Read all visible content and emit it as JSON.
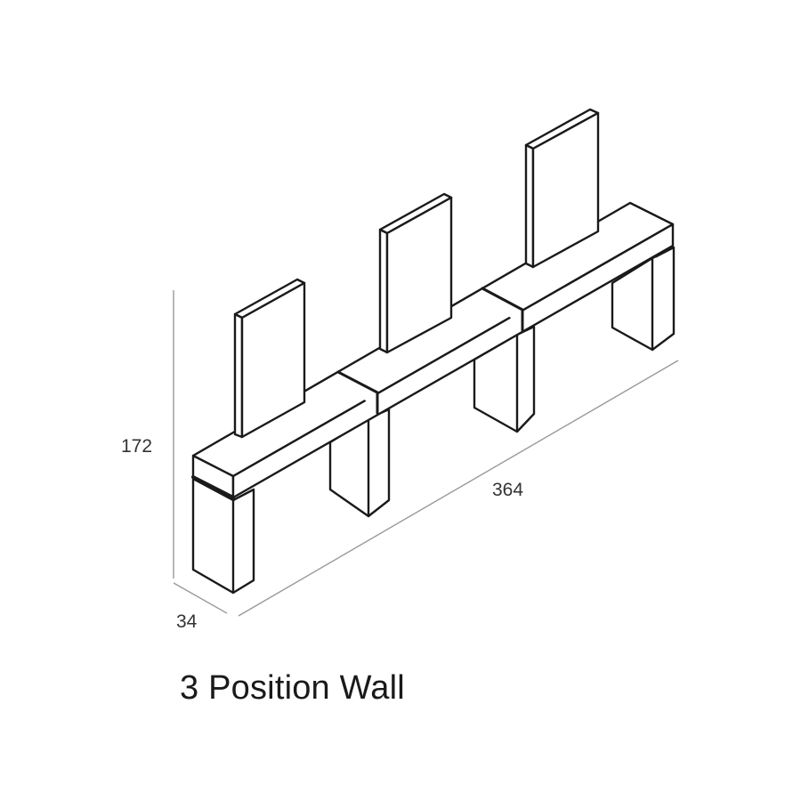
{
  "product": {
    "title": "3 Position Wall"
  },
  "dimensions": {
    "height": "172",
    "depth": "34",
    "length": "364"
  },
  "colors": {
    "line": "#1a1a1a",
    "dimension_line": "#9a9a9a",
    "fill": "#ffffff"
  }
}
